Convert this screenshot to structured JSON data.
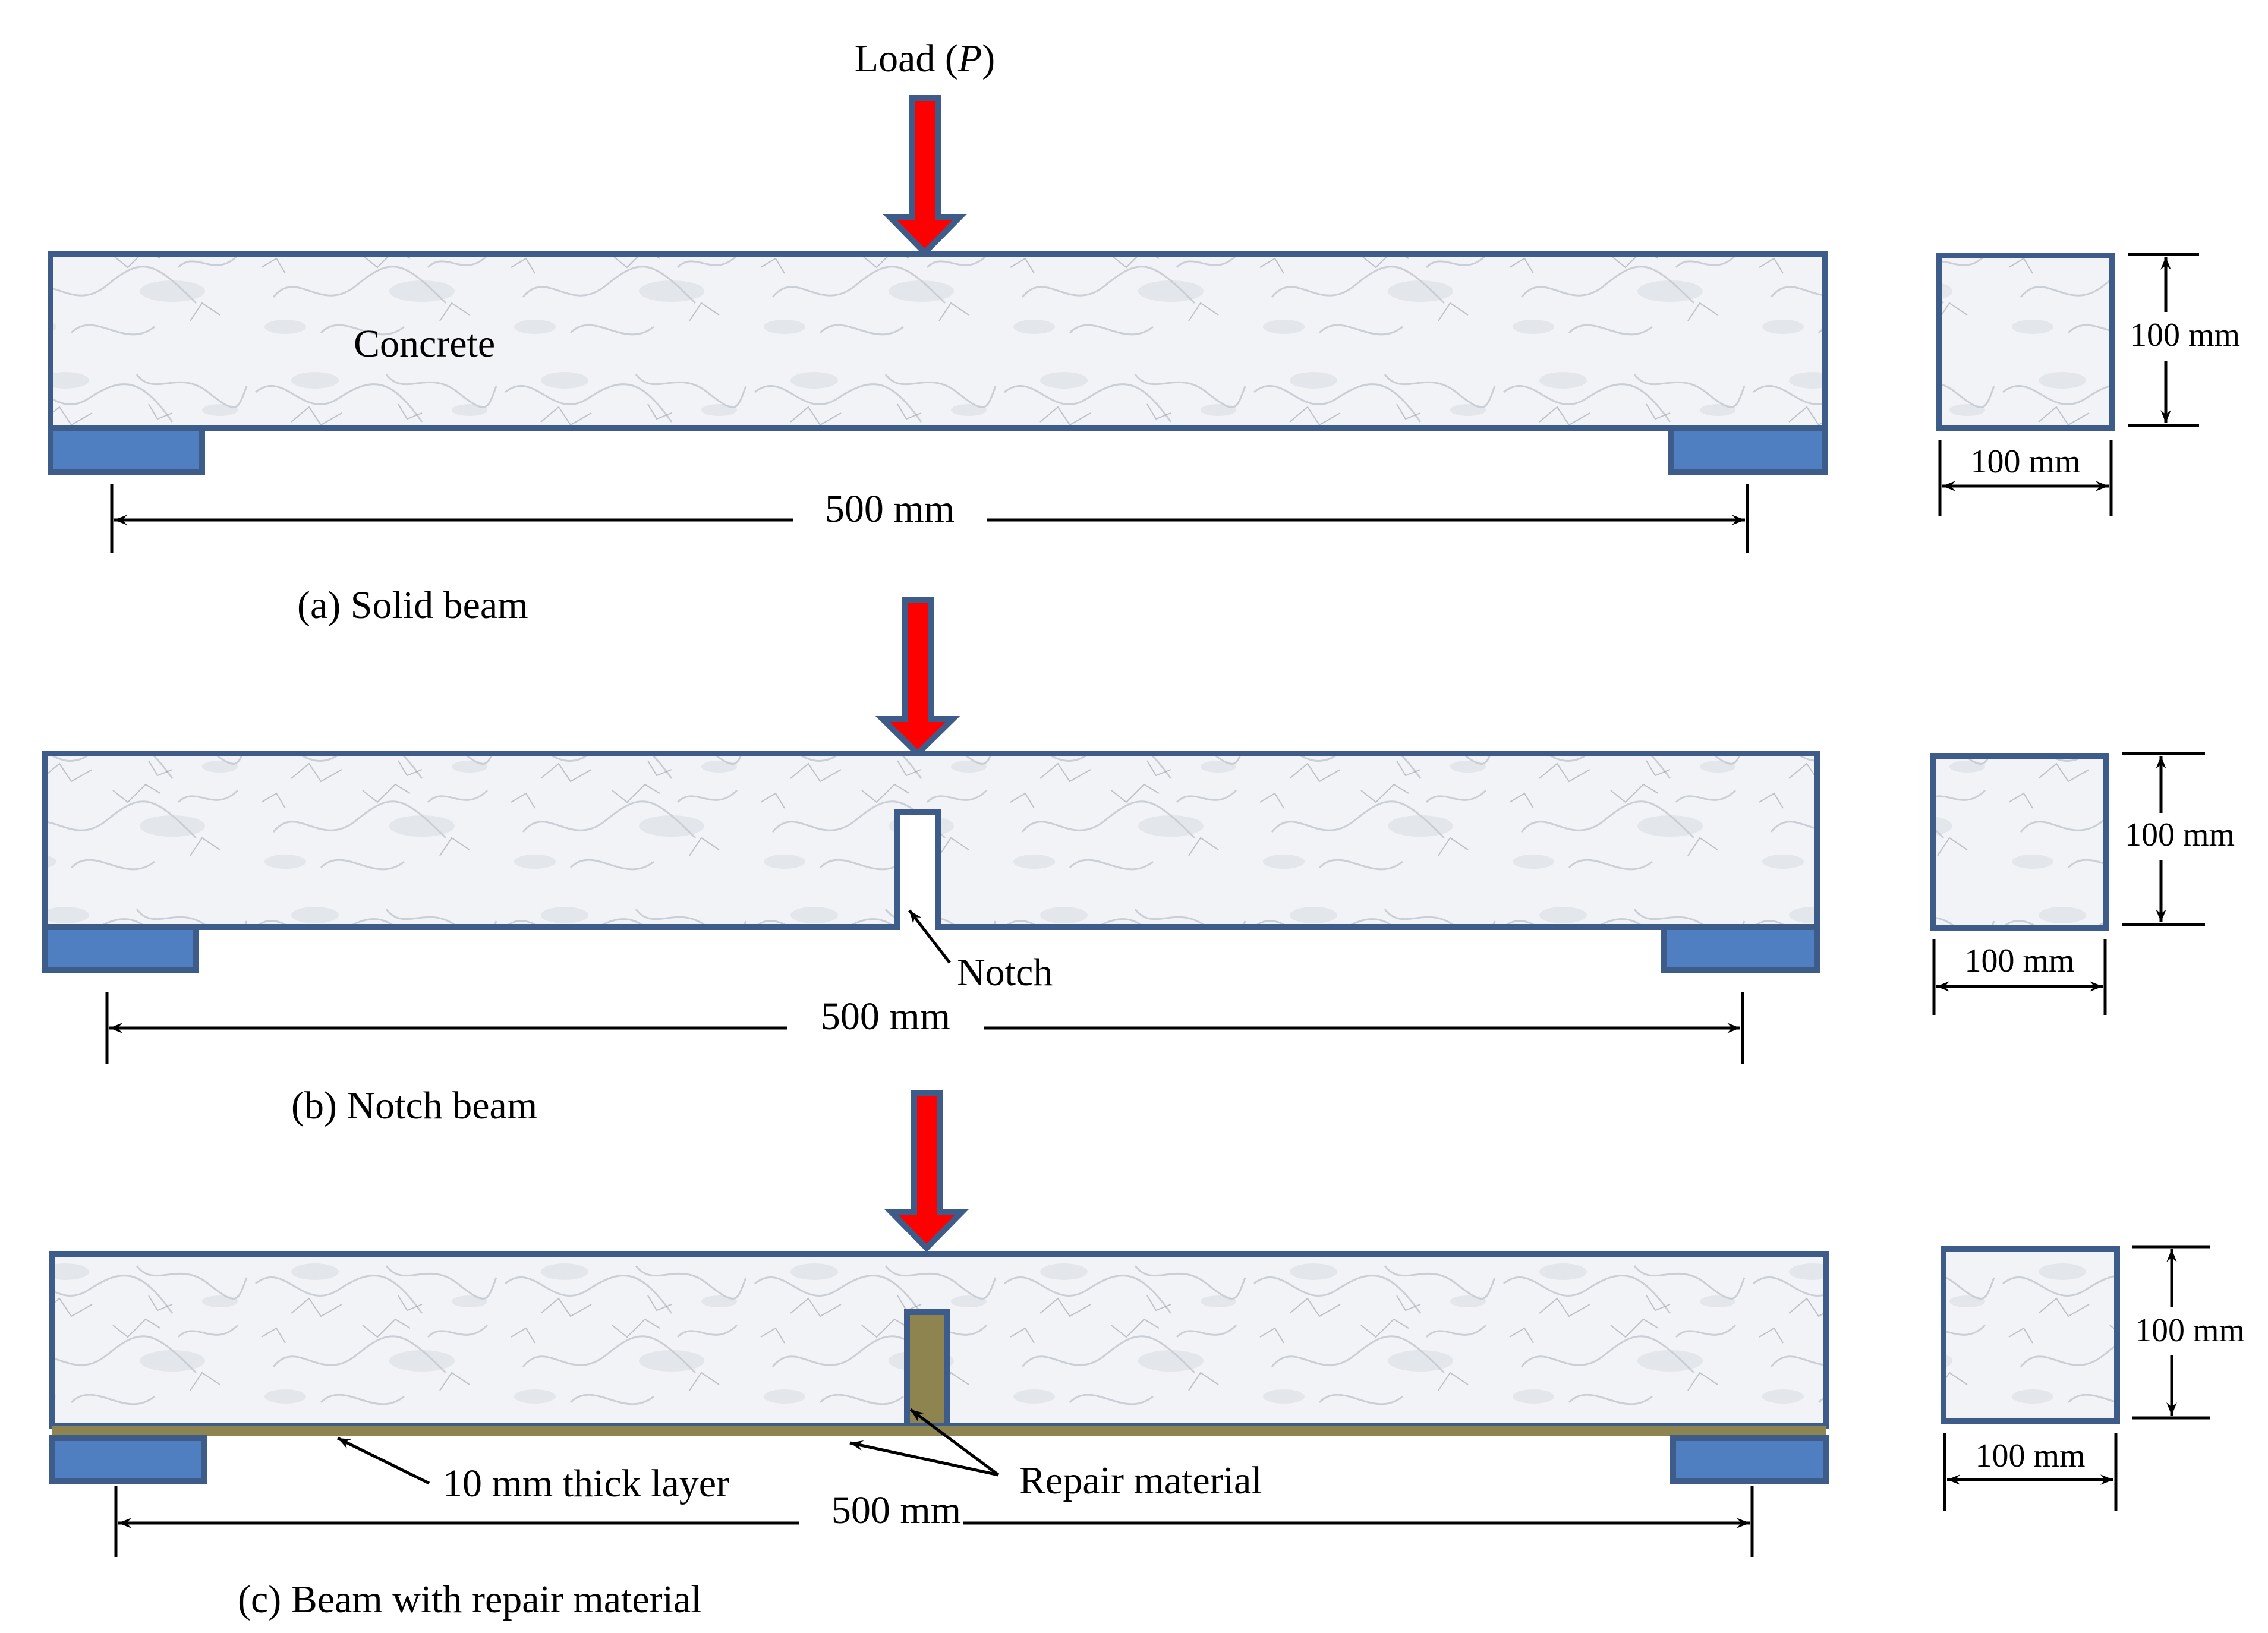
{
  "load_label": {
    "prefix": "Load (",
    "symbol": "P",
    "suffix": ")"
  },
  "material_label": "Concrete",
  "notch_label": "Notch",
  "repair_label": "Repair material",
  "layer_label": "10 mm thick layer",
  "span_label": "500 mm",
  "section_width_label": "100 mm",
  "section_height_label": "100 mm",
  "captions": {
    "a": "(a) Solid beam",
    "b": "(b) Notch beam",
    "c": "(c) Beam with repair material"
  },
  "colors": {
    "outline": "#3E5C8A",
    "support": "#4F7FC0",
    "load_arrow": "#FF0000",
    "repair": "#8E8450",
    "concrete": "#EEF0F3"
  }
}
